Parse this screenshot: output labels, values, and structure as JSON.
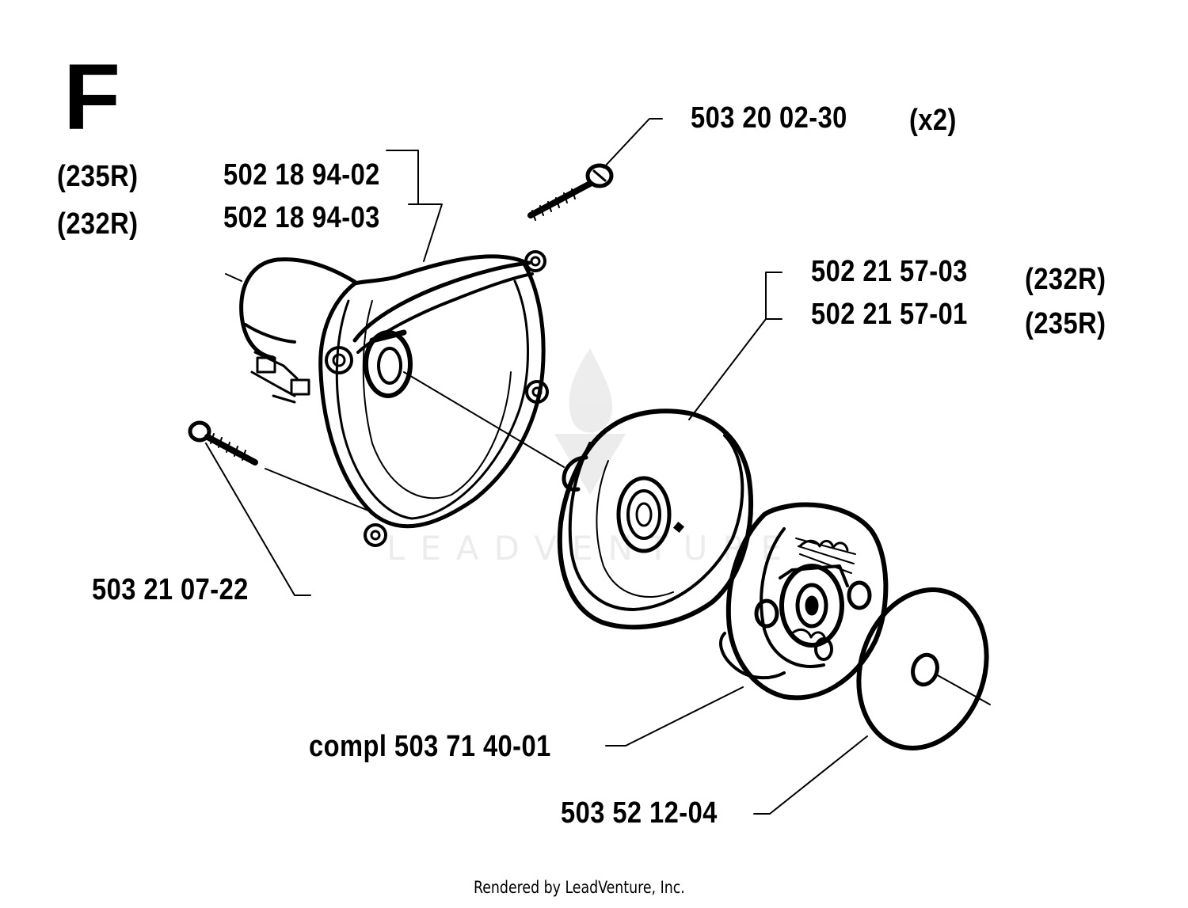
{
  "section_letter": "F",
  "models": {
    "first": "(235R)",
    "second": "(232R)"
  },
  "callouts": {
    "screw_top": "503 20 02-30",
    "screw_top_qty": "(x2)",
    "housing_a": "502 18 94-02",
    "housing_b": "502 18 94-03",
    "drum_a": "502 21 57-03",
    "drum_a_model": "(232R)",
    "drum_b": "502 21 57-01",
    "drum_b_model": "(235R)",
    "screw_left": "503 21 07-22",
    "clutch": "compl 503 71 40-01",
    "washer": "503 52 12-04"
  },
  "watermark": "LEADVENTURE",
  "footer": {
    "credit": "Rendered by LeadVenture, Inc."
  },
  "colors": {
    "ink": "#000000",
    "background": "#ffffff"
  }
}
